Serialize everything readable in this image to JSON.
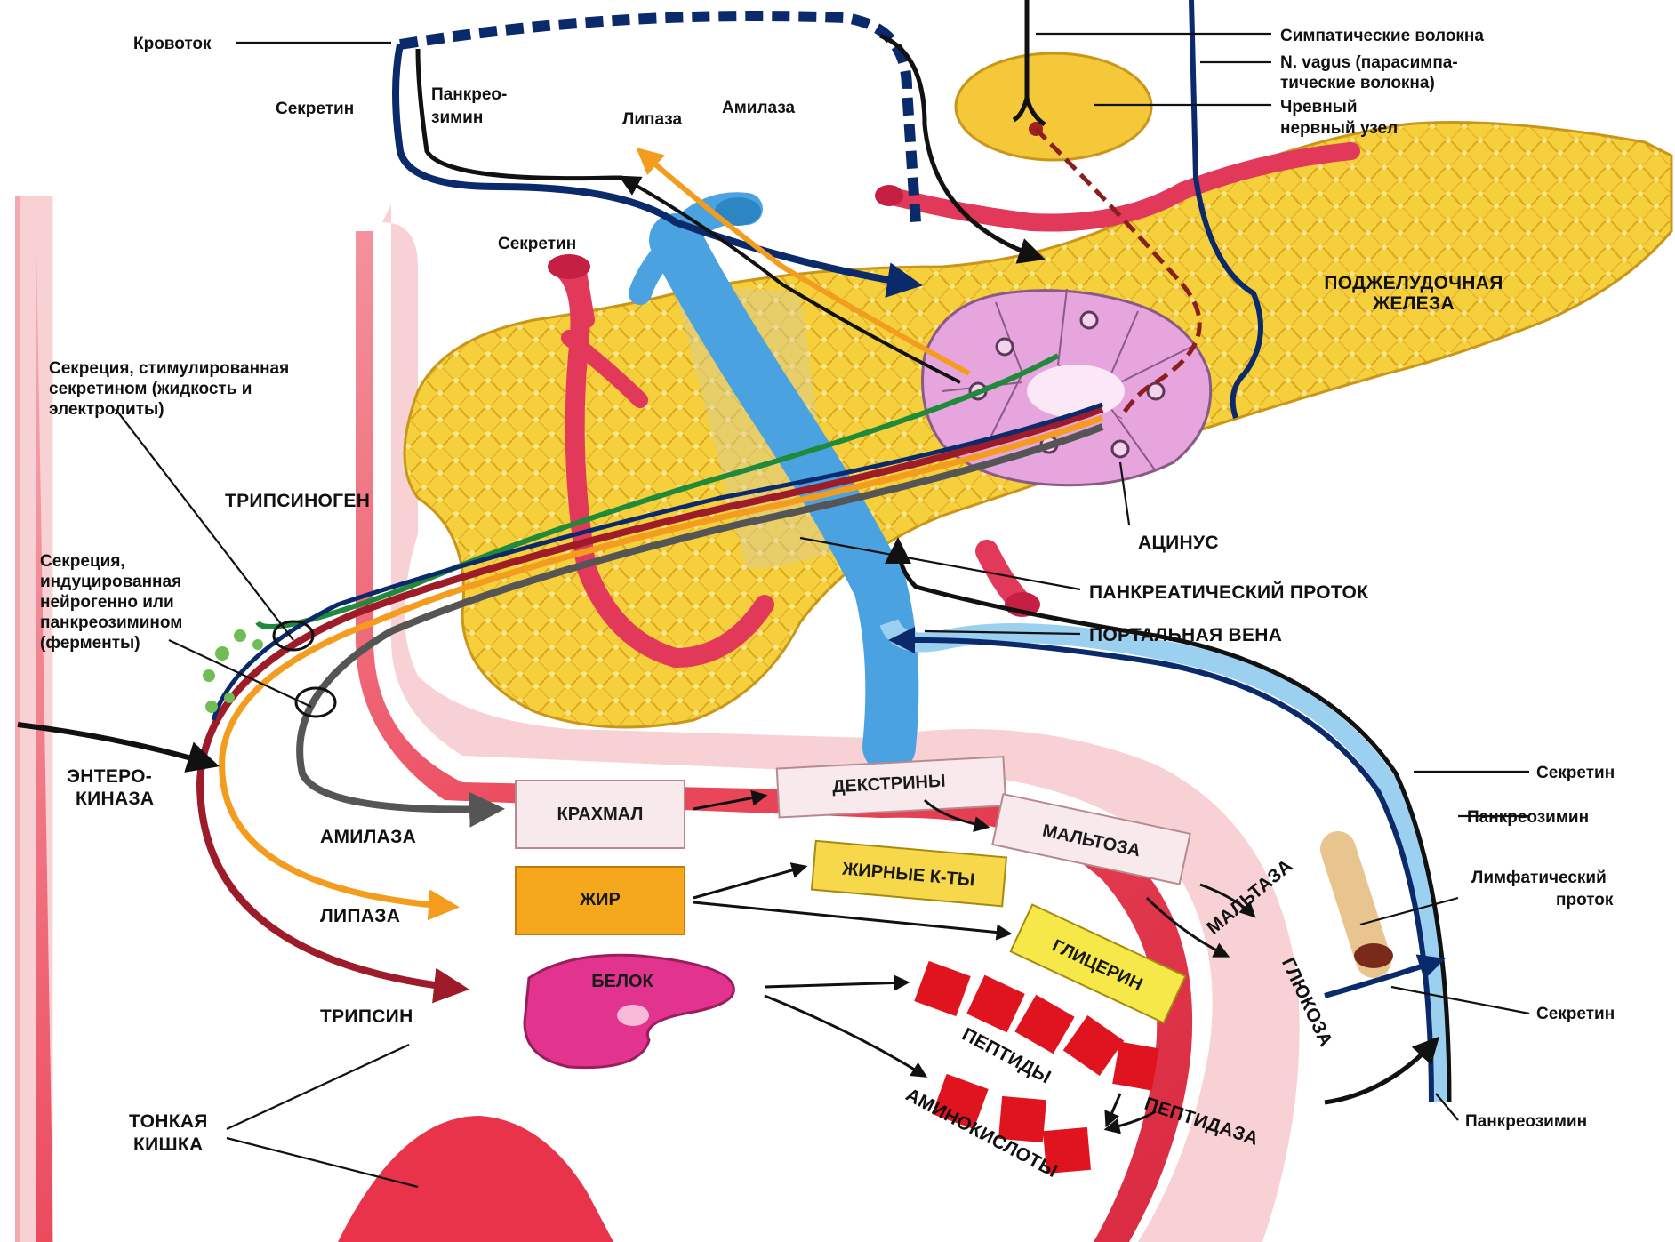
{
  "colors": {
    "background": "#ffffff",
    "intestine": "#e8334a",
    "intestine_light": "#f6a3ac",
    "pancreas": "#f5cf3c",
    "pancreas_dark": "#d9a81c",
    "acinus": "#e6a5dd",
    "artery": "#e2385a",
    "vein_blue": "#4aa3e0",
    "secretin_line": "#0a2a6b",
    "pancreozymin_line": "#111111",
    "lipase_line": "#f39c1e",
    "trypsin_line": "#9e1b2a",
    "green_line": "#1f8a3a",
    "peptide_red": "#e0141e"
  },
  "labels": {
    "blood_flow": "Кровоток",
    "secretin_top": "Секретин",
    "pancreozymin_top_1": "Панкрео-",
    "pancreozymin_top_2": "зимин",
    "lipase_top": "Липаза",
    "amylase_top": "Амилаза",
    "secretin_mid": "Секретин",
    "sympathetic": "Симпатические волокна",
    "vagus_1": "N. vagus (парасимпа-",
    "vagus_2": "тические волокна)",
    "celiac_1": "Чревный",
    "celiac_2": "нервный узел",
    "pancreas_1": "ПОДЖЕЛУДОЧНАЯ",
    "pancreas_2": "ЖЕЛЕЗА",
    "acinus": "АЦИНУС",
    "pancreatic_duct": "ПАНКРЕАТИЧЕСКИЙ ПРОТОК",
    "portal_vein": "ПОРТАЛЬНАЯ ВЕНА",
    "secretion_secretin_1": "Секреция, стимулированная",
    "secretion_secretin_2": "секретином (жидкость и",
    "secretion_secretin_3": "электролиты)",
    "trypsinogen": "ТРИПСИНОГЕН",
    "secretion_neuro_1": "Секреция,",
    "secretion_neuro_2": "индуцированная",
    "secretion_neuro_3": "нейрогенно или",
    "secretion_neuro_4": "панкреозимином",
    "secretion_neuro_5": "(ферменты)",
    "enterokinase_1": "ЭНТЕРО-",
    "enterokinase_2": "КИНАЗА",
    "amylase_low": "АМИЛАЗА",
    "lipase_low": "ЛИПАЗА",
    "trypsin": "ТРИПСИН",
    "small_intestine_1": "ТОНКАЯ",
    "small_intestine_2": "КИШКА",
    "secretin_right_1": "Секретин",
    "pancreozymin_right_1": "Панкреозимин",
    "lymph_1": "Лимфатический",
    "lymph_2": "проток",
    "secretin_right_2": "Секретин",
    "pancreozymin_right_2": "Панкреозимин",
    "maltase": "МАЛЬТАЗА",
    "glucose": "ГЛЮКОЗА",
    "peptides": "ПЕПТИДЫ",
    "peptidase": "ПЕПТИДАЗА",
    "amino_acids": "АМИНОКИСЛОТЫ"
  },
  "boxes": {
    "starch": "КРАХМАЛ",
    "dextrins": "ДЕКСТРИНЫ",
    "maltose": "МАЛЬТОЗА",
    "fat": "ЖИР",
    "fatty_acids": "ЖИРНЫЕ К-ТЫ",
    "glycerol": "ГЛИЦЕРИН",
    "protein": "БЕЛОК"
  }
}
